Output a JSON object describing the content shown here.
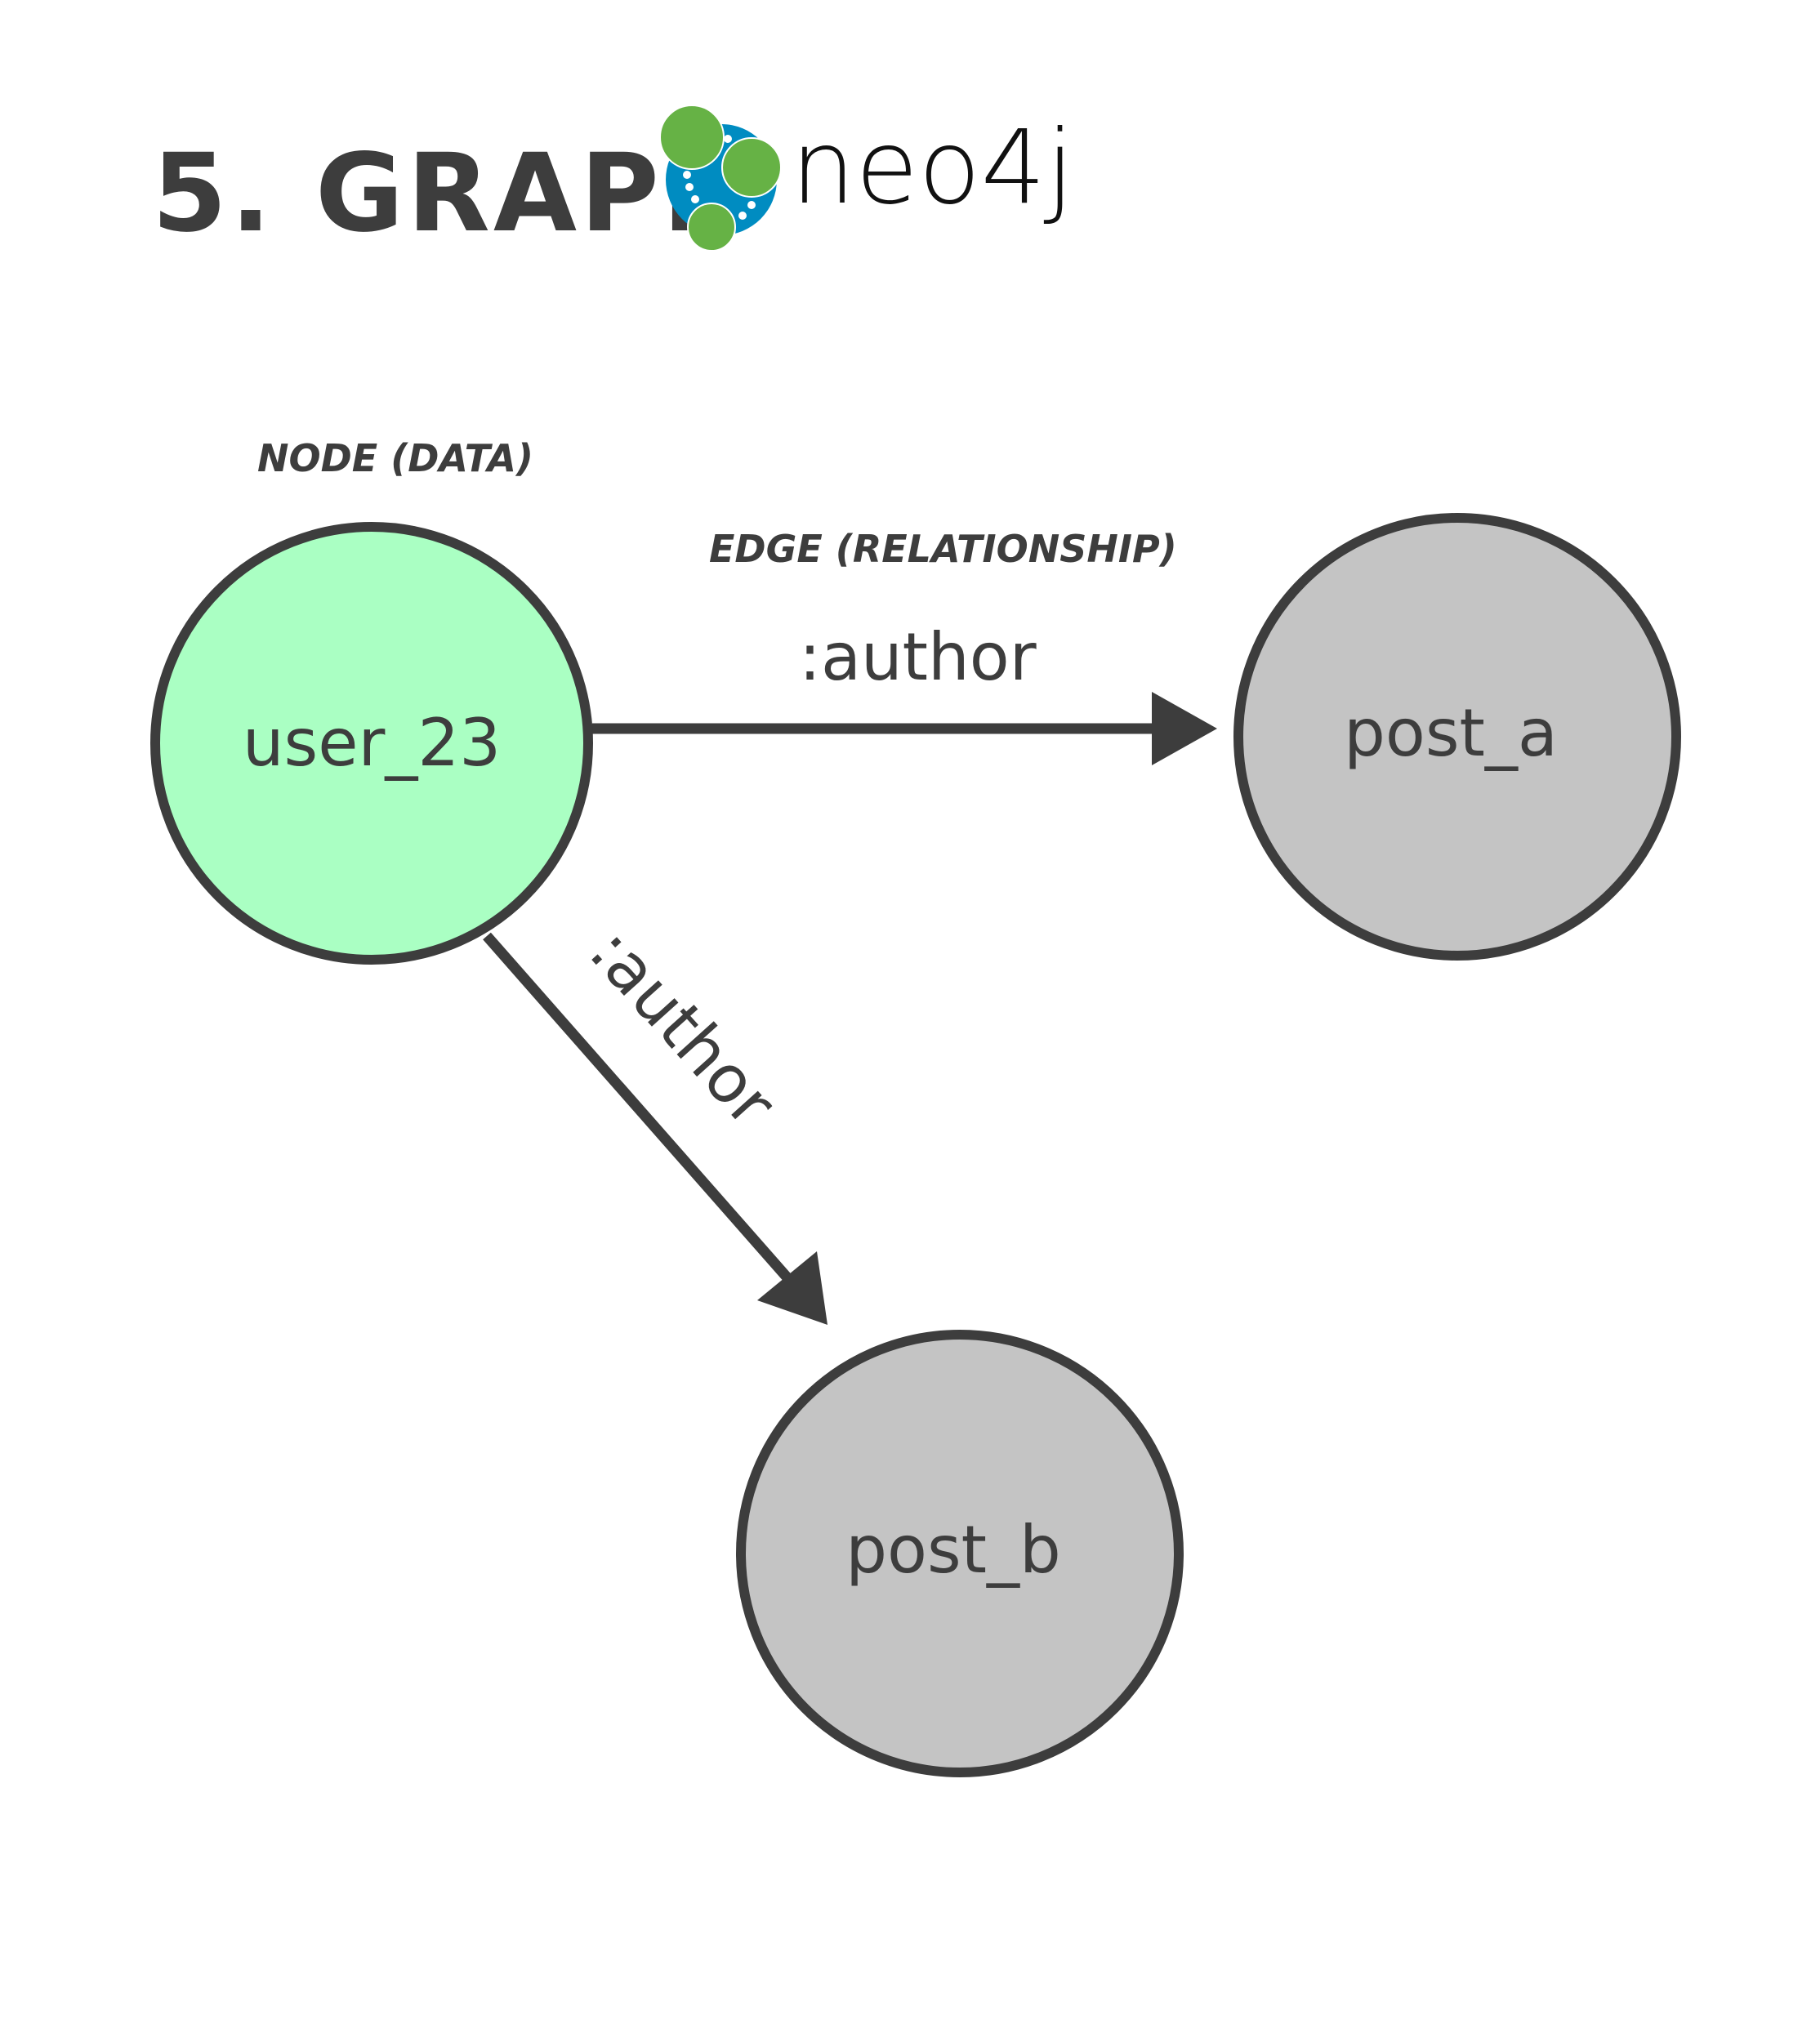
{
  "header": {
    "title": "5. GRAPH",
    "logo_text": "neo4j"
  },
  "annotations": {
    "node_caption": "NODE (DATA)",
    "edge_caption": "EDGE (RELATIONSHIP)"
  },
  "nodes": [
    {
      "id": "user_23",
      "label": "user_23",
      "color": "#aaffc3"
    },
    {
      "id": "post_a",
      "label": "post_a",
      "color": "#c4c4c4"
    },
    {
      "id": "post_b",
      "label": "post_b",
      "color": "#c4c4c4"
    }
  ],
  "edges": [
    {
      "from": "user_23",
      "to": "post_a",
      "label": ":author"
    },
    {
      "from": "user_23",
      "to": "post_b",
      "label": ":author"
    }
  ],
  "colors": {
    "stroke": "#3d3d3d",
    "logo_blue": "#008cc1",
    "logo_green": "#66b245"
  }
}
